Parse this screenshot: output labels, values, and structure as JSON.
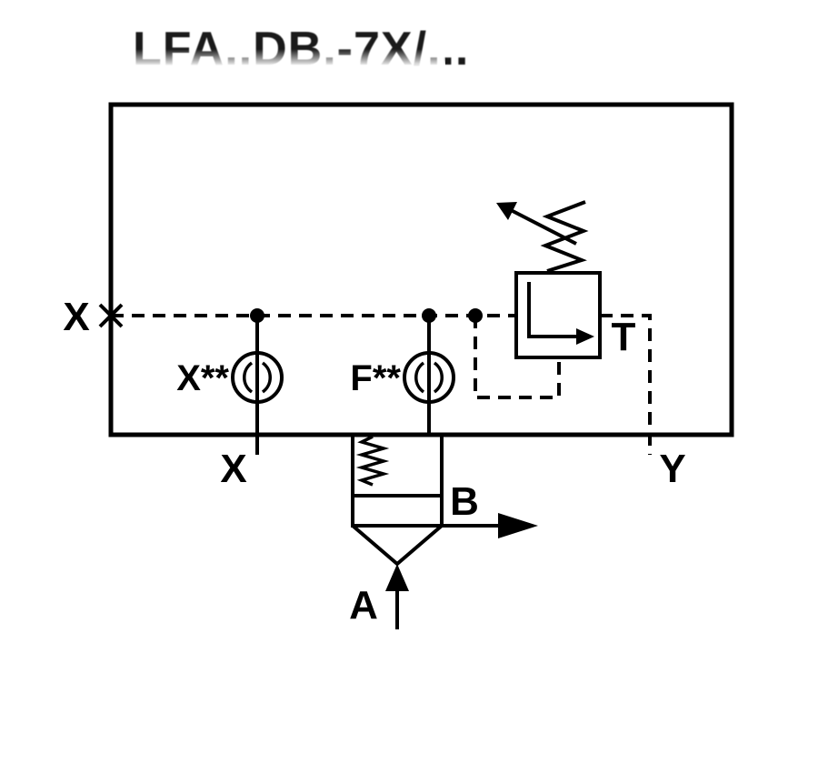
{
  "title": {
    "text": "LFA..DB.-7X/..."
  },
  "ports": {
    "x_left": "X",
    "x_bottom": "X",
    "y": "Y",
    "t": "T",
    "a": "A",
    "b": "B"
  },
  "orifices": {
    "x_label": "X**",
    "f_label": "F**"
  },
  "colors": {
    "line": "#000000",
    "background": "#ffffff",
    "title_text": "#1a1a1a"
  }
}
